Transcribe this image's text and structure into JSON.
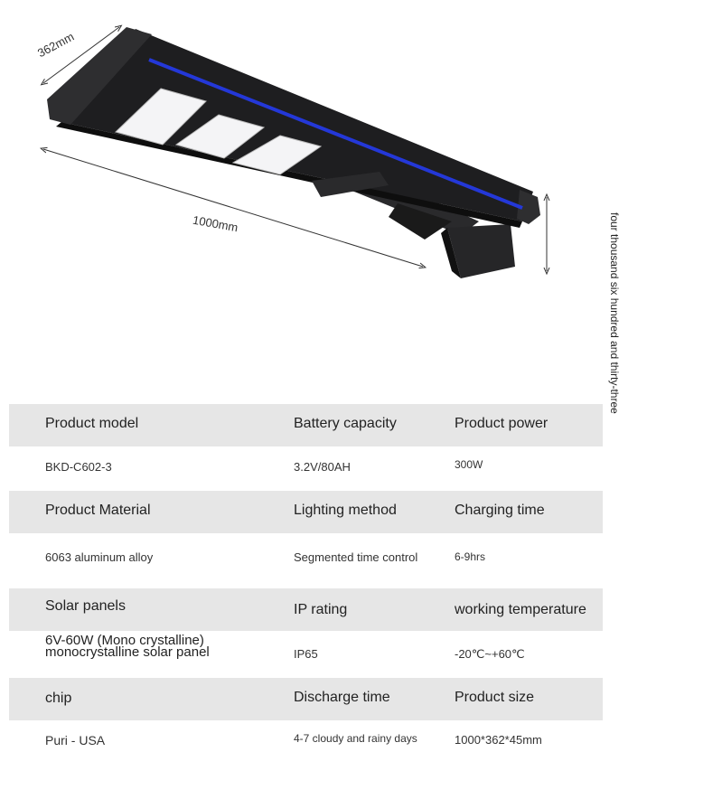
{
  "dimensions": {
    "width_label": "362mm",
    "length_label": "1000mm",
    "height_label": "four thousand six hundred and thirty-three"
  },
  "colors": {
    "header_band": "#e6e6e6",
    "lamp_body": "#1e1e20",
    "stripe": "#2438d8"
  },
  "specs": [
    {
      "headers": [
        "Product model",
        "Battery capacity",
        "Product power"
      ],
      "values": [
        "BKD-C602-3",
        "3.2V/80AH",
        "300W"
      ]
    },
    {
      "headers": [
        "Product Material",
        "Lighting method",
        "Charging time"
      ],
      "values": [
        "6063 aluminum alloy",
        "Segmented time control",
        "6-9hrs"
      ]
    },
    {
      "headers": [
        "Solar panels",
        "IP rating",
        "working temperature"
      ],
      "values": [
        "6V-60W (Mono crystalline) monocrystalline solar panel",
        "IP65",
        "-20℃~+60℃"
      ]
    },
    {
      "headers": [
        "chip",
        "Discharge time",
        "Product size"
      ],
      "values": [
        "Puri - USA",
        "4-7 cloudy and rainy days",
        "1000*362*45mm"
      ]
    }
  ]
}
